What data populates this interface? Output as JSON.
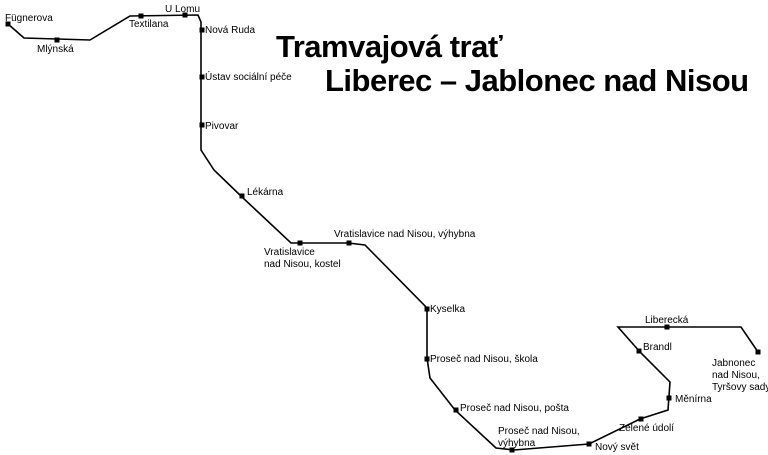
{
  "title": {
    "line1": "Tramvajová trať",
    "line2": "Liberec – Jablonec nad Nisou"
  },
  "stops": [
    {
      "id": "fugnerova",
      "lines": [
        "Fügnerova"
      ]
    },
    {
      "id": "mlynska",
      "lines": [
        "Mlýnská"
      ]
    },
    {
      "id": "textilana",
      "lines": [
        "Textilana"
      ]
    },
    {
      "id": "u-lomu",
      "lines": [
        "U Lomu"
      ]
    },
    {
      "id": "nova-ruda",
      "lines": [
        "Nová Ruda"
      ]
    },
    {
      "id": "ustav",
      "lines": [
        "Ústav sociální péče"
      ]
    },
    {
      "id": "pivovar",
      "lines": [
        "Pivovar"
      ]
    },
    {
      "id": "lekarna",
      "lines": [
        "Lékárna"
      ]
    },
    {
      "id": "vratislavice-kostel",
      "lines": [
        "Vratislavice",
        "nad Nisou, kostel"
      ]
    },
    {
      "id": "vratislavice-vyhybna",
      "lines": [
        "Vratislavice nad Nisou, výhybna"
      ]
    },
    {
      "id": "kyselka",
      "lines": [
        "Kyselka"
      ]
    },
    {
      "id": "prosec-skola",
      "lines": [
        "Proseč nad Nisou, škola"
      ]
    },
    {
      "id": "prosec-posta",
      "lines": [
        "Proseč nad Nisou, pošta"
      ]
    },
    {
      "id": "prosec-vyhybna",
      "lines": [
        "Proseč nad Nisou,",
        "výhybna"
      ]
    },
    {
      "id": "novy-svet",
      "lines": [
        "Nový svět"
      ]
    },
    {
      "id": "zelene-udoli",
      "lines": [
        "Zelené údolí"
      ]
    },
    {
      "id": "menirna",
      "lines": [
        "Měnírna"
      ]
    },
    {
      "id": "brandl",
      "lines": [
        "Brandl"
      ]
    },
    {
      "id": "liberecka",
      "lines": [
        "Liberecká"
      ]
    },
    {
      "id": "jablonec-tyrsovy-sady",
      "lines": [
        "Jabnonec",
        "nad Nisou,",
        "Tyršovy sady"
      ]
    }
  ]
}
